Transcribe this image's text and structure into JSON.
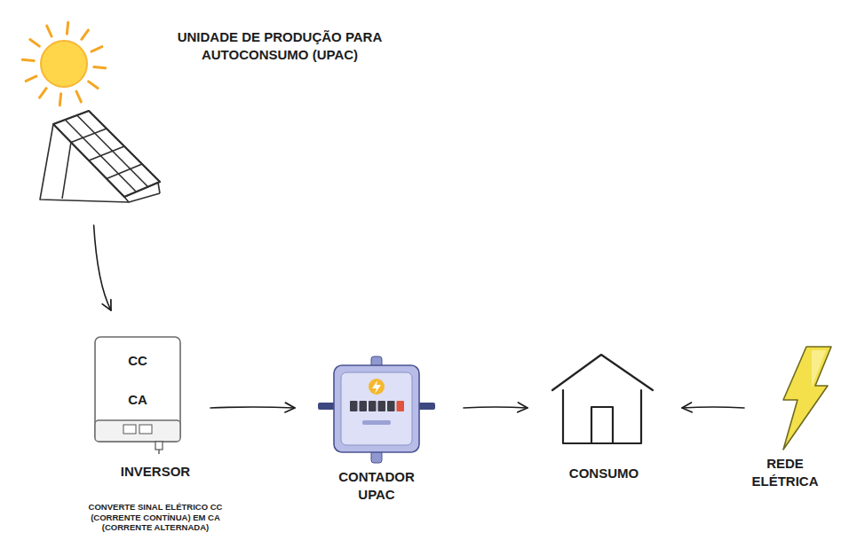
{
  "diagram": {
    "nodes": [
      {
        "text": [
          "UNIDADE DE PRODUÇÃO PARA AUTOCONSUMO (UPAC)"
        ]
      },
      {
        "text": [
          "CC",
          "CA",
          "INVERSOR",
          "CONVERTE SINAL ELÉTRICO CC (CORRENTE CONTÍNUA) EM CA (CORRENTE ALTERNADA)"
        ]
      },
      {
        "text": [
          "CONTADOR UPAC"
        ]
      },
      {
        "text": [
          "CONSUMO"
        ]
      },
      {
        "text": [
          "REDE ELÉTRICA"
        ]
      }
    ],
    "edges": [
      {
        "from": 0,
        "to": 1,
        "arrow": "to"
      },
      {
        "from": 1,
        "to": 2,
        "arrow": "to"
      },
      {
        "from": 2,
        "to": 3,
        "arrow": "to"
      },
      {
        "from": 4,
        "to": 3,
        "arrow": "to"
      }
    ]
  }
}
